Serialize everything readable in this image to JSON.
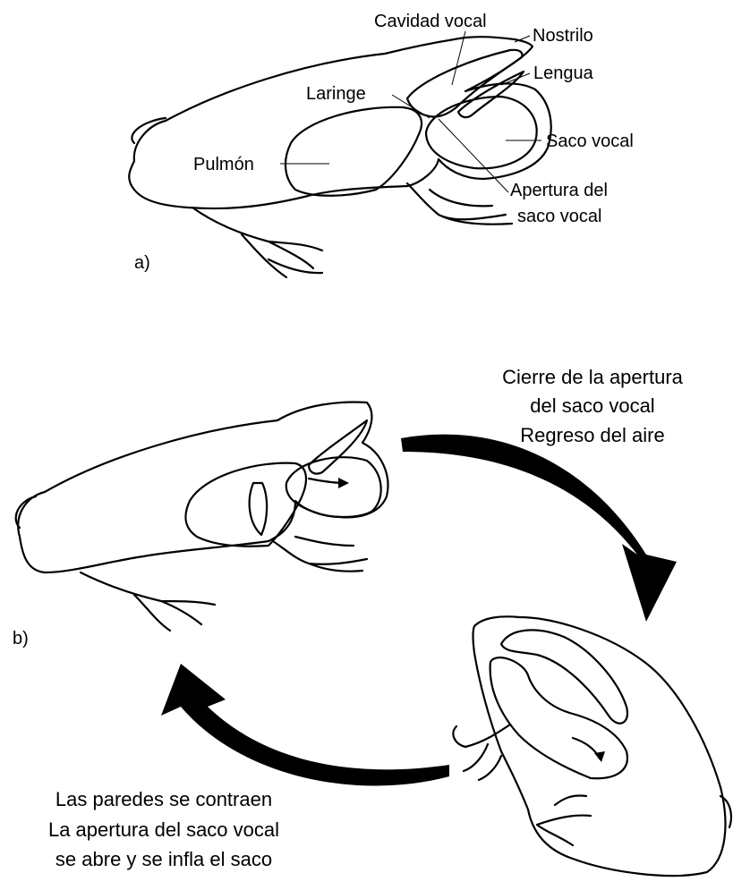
{
  "diagram_a": {
    "panel_label": "a)",
    "labels": {
      "vocal_cavity": "Cavidad vocal",
      "nostril": "Nostrilo",
      "tongue": "Lengua",
      "larynx": "Laringe",
      "lung": "Pulmón",
      "vocal_sac": "Saco vocal",
      "sac_opening_line1": "Apertura del",
      "sac_opening_line2": "saco vocal"
    }
  },
  "diagram_b": {
    "panel_label": "b)",
    "caption_top": [
      "Cierre de la apertura",
      "del saco vocal",
      "Regreso del aire"
    ],
    "caption_bottom": [
      "Las paredes se contraen",
      "La apertura del saco vocal",
      "se abre y se infla el saco"
    ]
  }
}
